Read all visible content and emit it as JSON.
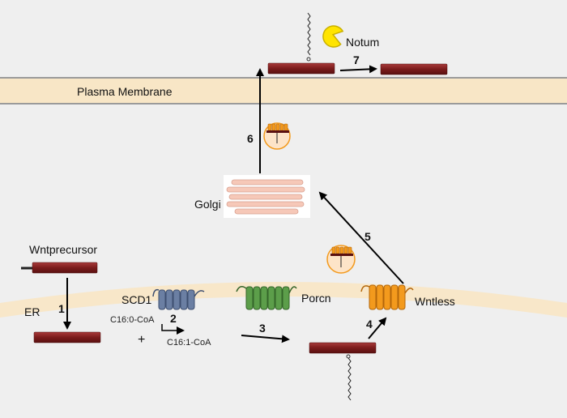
{
  "labels": {
    "plasma_membrane": "Plasma Membrane",
    "notum": "Notum",
    "golgi": "Golgi",
    "wnt_precursor": "Wntprecursor",
    "er": "ER",
    "scd1": "SCD1",
    "porcn": "Porcn",
    "wntless": "Wntless",
    "c160_coa": "C16:0-CoA",
    "c161_coa": "C16:1-CoA",
    "plus": "+"
  },
  "steps": {
    "s1": "1",
    "s2": "2",
    "s3": "3",
    "s4": "4",
    "s5": "5",
    "s6": "6",
    "s7": "7"
  },
  "colors": {
    "background": "#efefef",
    "membrane": "#f8e6c6",
    "wnt_bar": "#7b1c1c",
    "scd1": "#6b7fa3",
    "porcn": "#5c9e4a",
    "wntless": "#f39a1d",
    "notum": "#ffe400",
    "golgi": "#f6c8b8",
    "vesicle": "#fde4c8"
  }
}
